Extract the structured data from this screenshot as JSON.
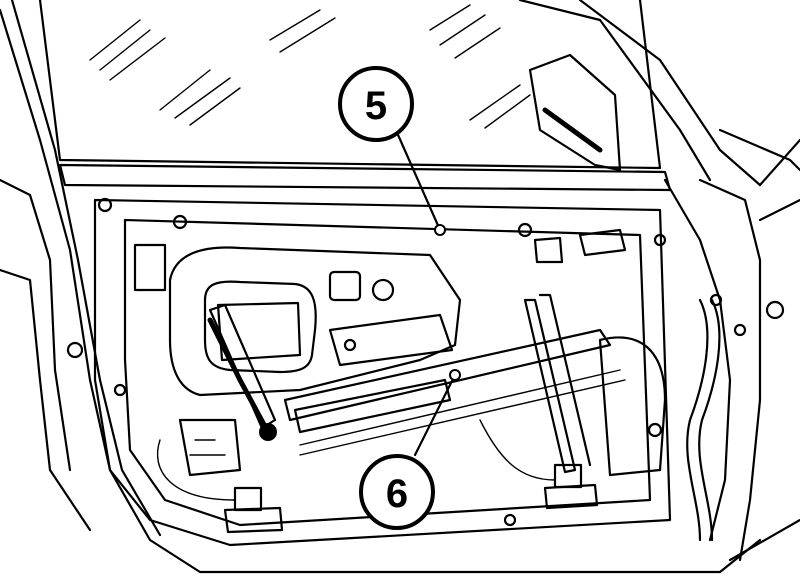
{
  "callouts": [
    {
      "id": "5",
      "label": "5"
    },
    {
      "id": "6",
      "label": "6"
    }
  ]
}
